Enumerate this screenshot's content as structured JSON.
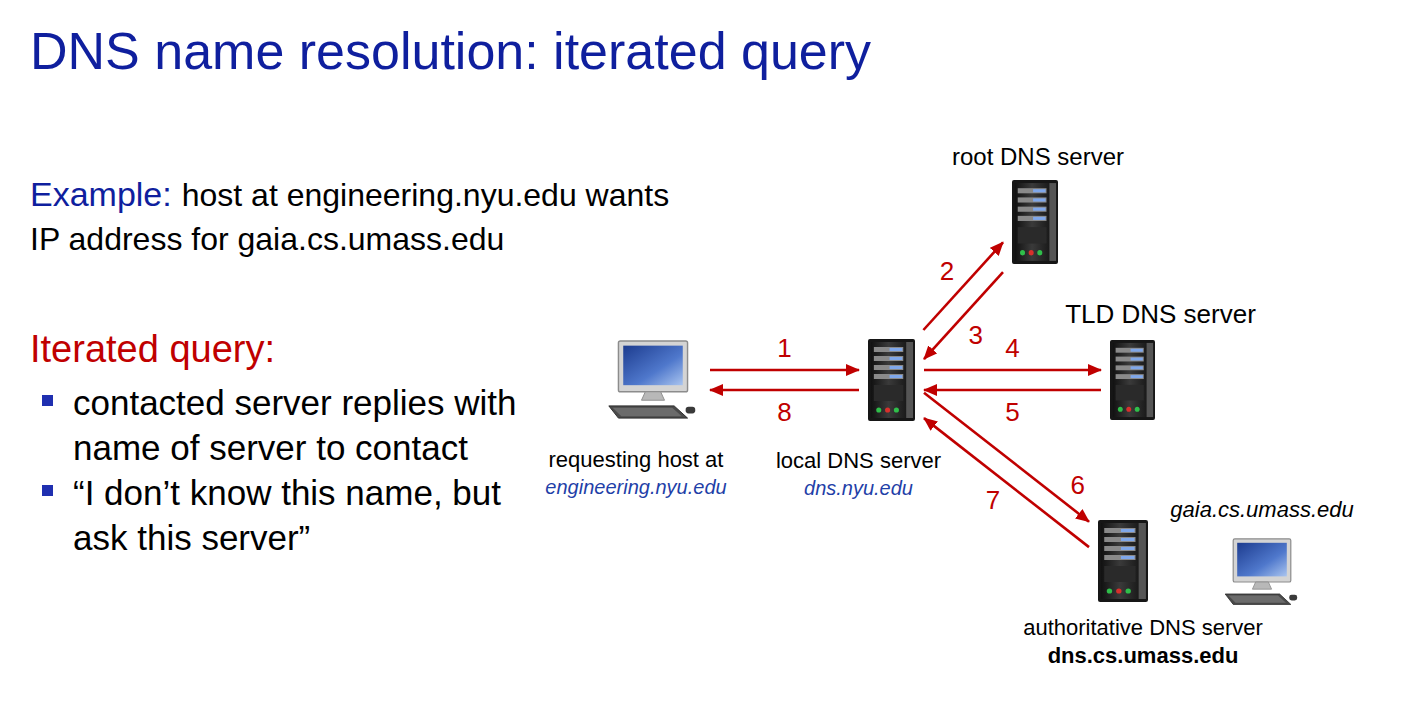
{
  "diagram": {
    "title": "DNS name resolution: iterated query",
    "nodes": [
      {
        "text": [
          "root DNS server"
        ]
      },
      {
        "text": [
          "requesting host at",
          "engineering.nyu.edu"
        ]
      },
      {
        "text": [
          "local DNS server",
          "dns.nyu.edu"
        ]
      },
      {
        "text": [
          "TLD DNS server"
        ]
      },
      {
        "text": [
          "authoritative DNS server",
          "dns.cs.umass.edu"
        ]
      },
      {
        "text": [
          "gaia.cs.umass.edu"
        ]
      }
    ],
    "edges": [
      {
        "from": 1,
        "to": 2,
        "label": "1",
        "arrow": "to"
      },
      {
        "from": 2,
        "to": 0,
        "label": "2",
        "arrow": "to"
      },
      {
        "from": 0,
        "to": 2,
        "label": "3",
        "arrow": "to"
      },
      {
        "from": 2,
        "to": 3,
        "label": "4",
        "arrow": "to"
      },
      {
        "from": 3,
        "to": 2,
        "label": "5",
        "arrow": "to"
      },
      {
        "from": 2,
        "to": 4,
        "label": "6",
        "arrow": "to"
      },
      {
        "from": 4,
        "to": 2,
        "label": "7",
        "arrow": "to"
      },
      {
        "from": 2,
        "to": 1,
        "label": "8",
        "arrow": "to"
      }
    ],
    "labels": [
      "Example:",
      "host at engineering.nyu.edu wants IP address for gaia.cs.umass.edu",
      "Iterated query:",
      "contacted server replies with name of server to contact",
      "“I don’t know this name, but ask this server”"
    ]
  }
}
